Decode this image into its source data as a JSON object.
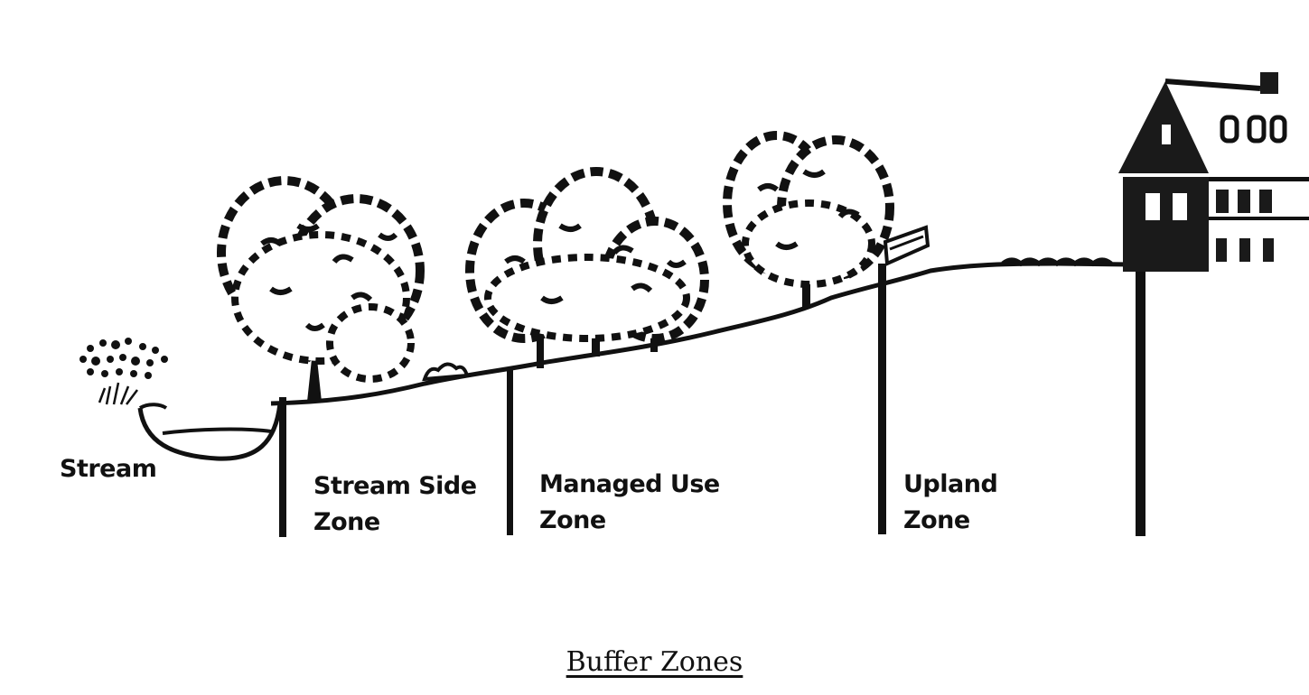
{
  "labels": {
    "stream": "Stream",
    "stream_side_zone": [
      "Stream Side",
      "Zone"
    ],
    "managed_use_zone": [
      "Managed Use",
      "Zone"
    ],
    "upland_zone": [
      "Upland",
      "Zone"
    ]
  },
  "caption": "Buffer Zones",
  "colors": {
    "ink": "#111111",
    "paper": "#ffffff"
  }
}
